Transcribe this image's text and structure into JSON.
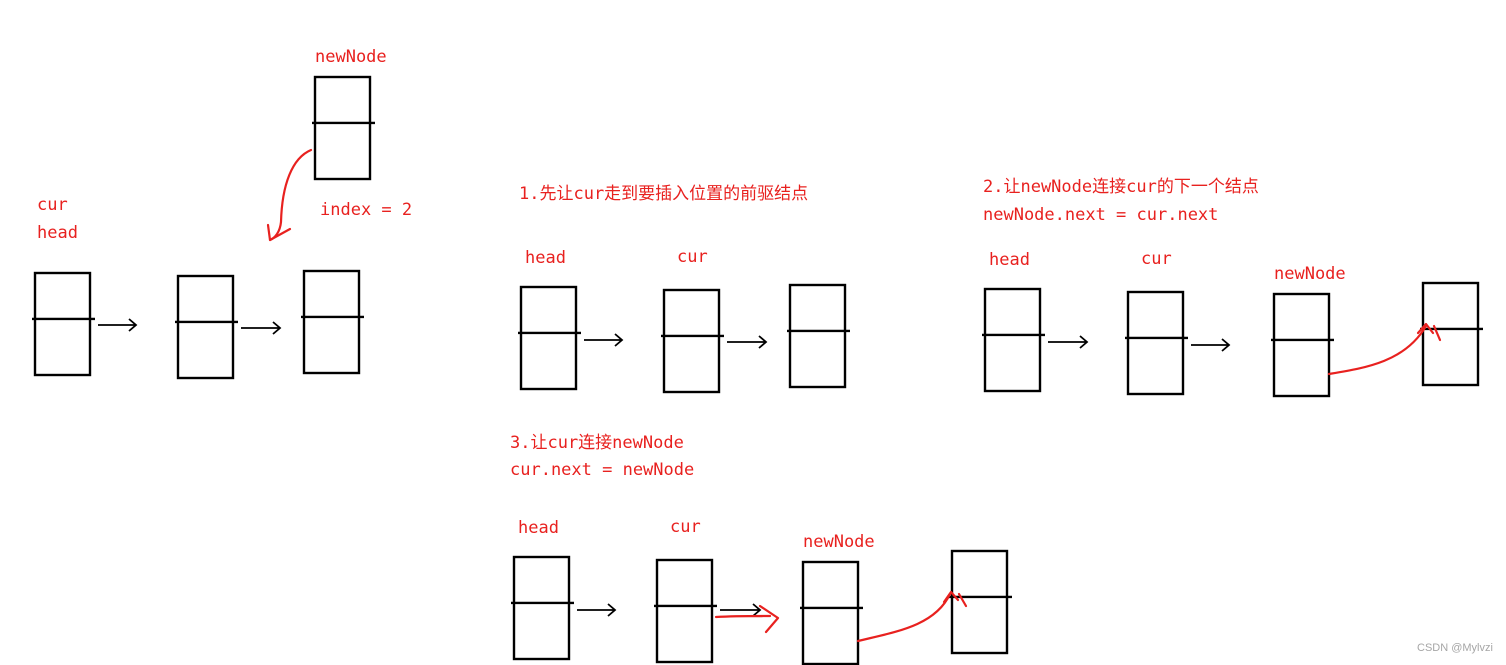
{
  "labels": {
    "diagram1": {
      "new_node": "newNode",
      "index": "index = 2",
      "cur": "cur",
      "head": "head"
    },
    "step1": {
      "title": "1.先让cur走到要插入位置的前驱结点",
      "head": "head",
      "cur": "cur"
    },
    "step2": {
      "title": "2.让newNode连接cur的下一个结点",
      "code": "newNode.next = cur.next",
      "head": "head",
      "cur": "cur",
      "new_node": "newNode"
    },
    "step3": {
      "title": "3.让cur连接newNode",
      "code": "cur.next = newNode",
      "head": "head",
      "cur": "cur",
      "new_node": "newNode"
    },
    "watermark": "CSDN @Mylvzi"
  },
  "colors": {
    "ink": "#000000",
    "annotation": "#e8211f",
    "watermark": "#a6a6a6"
  }
}
